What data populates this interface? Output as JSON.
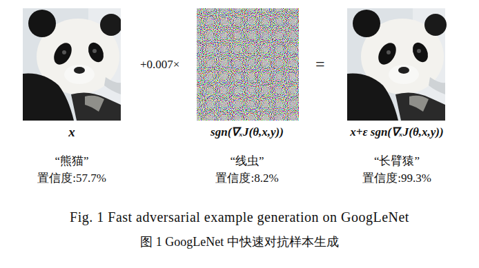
{
  "diagram": {
    "caption": "Fig. 1 Fast adversarial example generation on GoogLeNet",
    "nodes": [
      {
        "text": [
          "x",
          "“熊猫”",
          "置信度:57.7%"
        ]
      },
      {
        "text": [
          "sgn(∇ₓJ(θ,x,y))",
          "“线虫”",
          "置信度:8.2%"
        ]
      },
      {
        "text": [
          "x+ε sgn(∇ₓJ(θ,x,y))",
          "“长臂猿”",
          "置信度:99.3%"
        ]
      }
    ],
    "labels": [
      "+0.007×",
      "=",
      "图 1 GoogLeNet 中快速对抗样本生成"
    ]
  }
}
